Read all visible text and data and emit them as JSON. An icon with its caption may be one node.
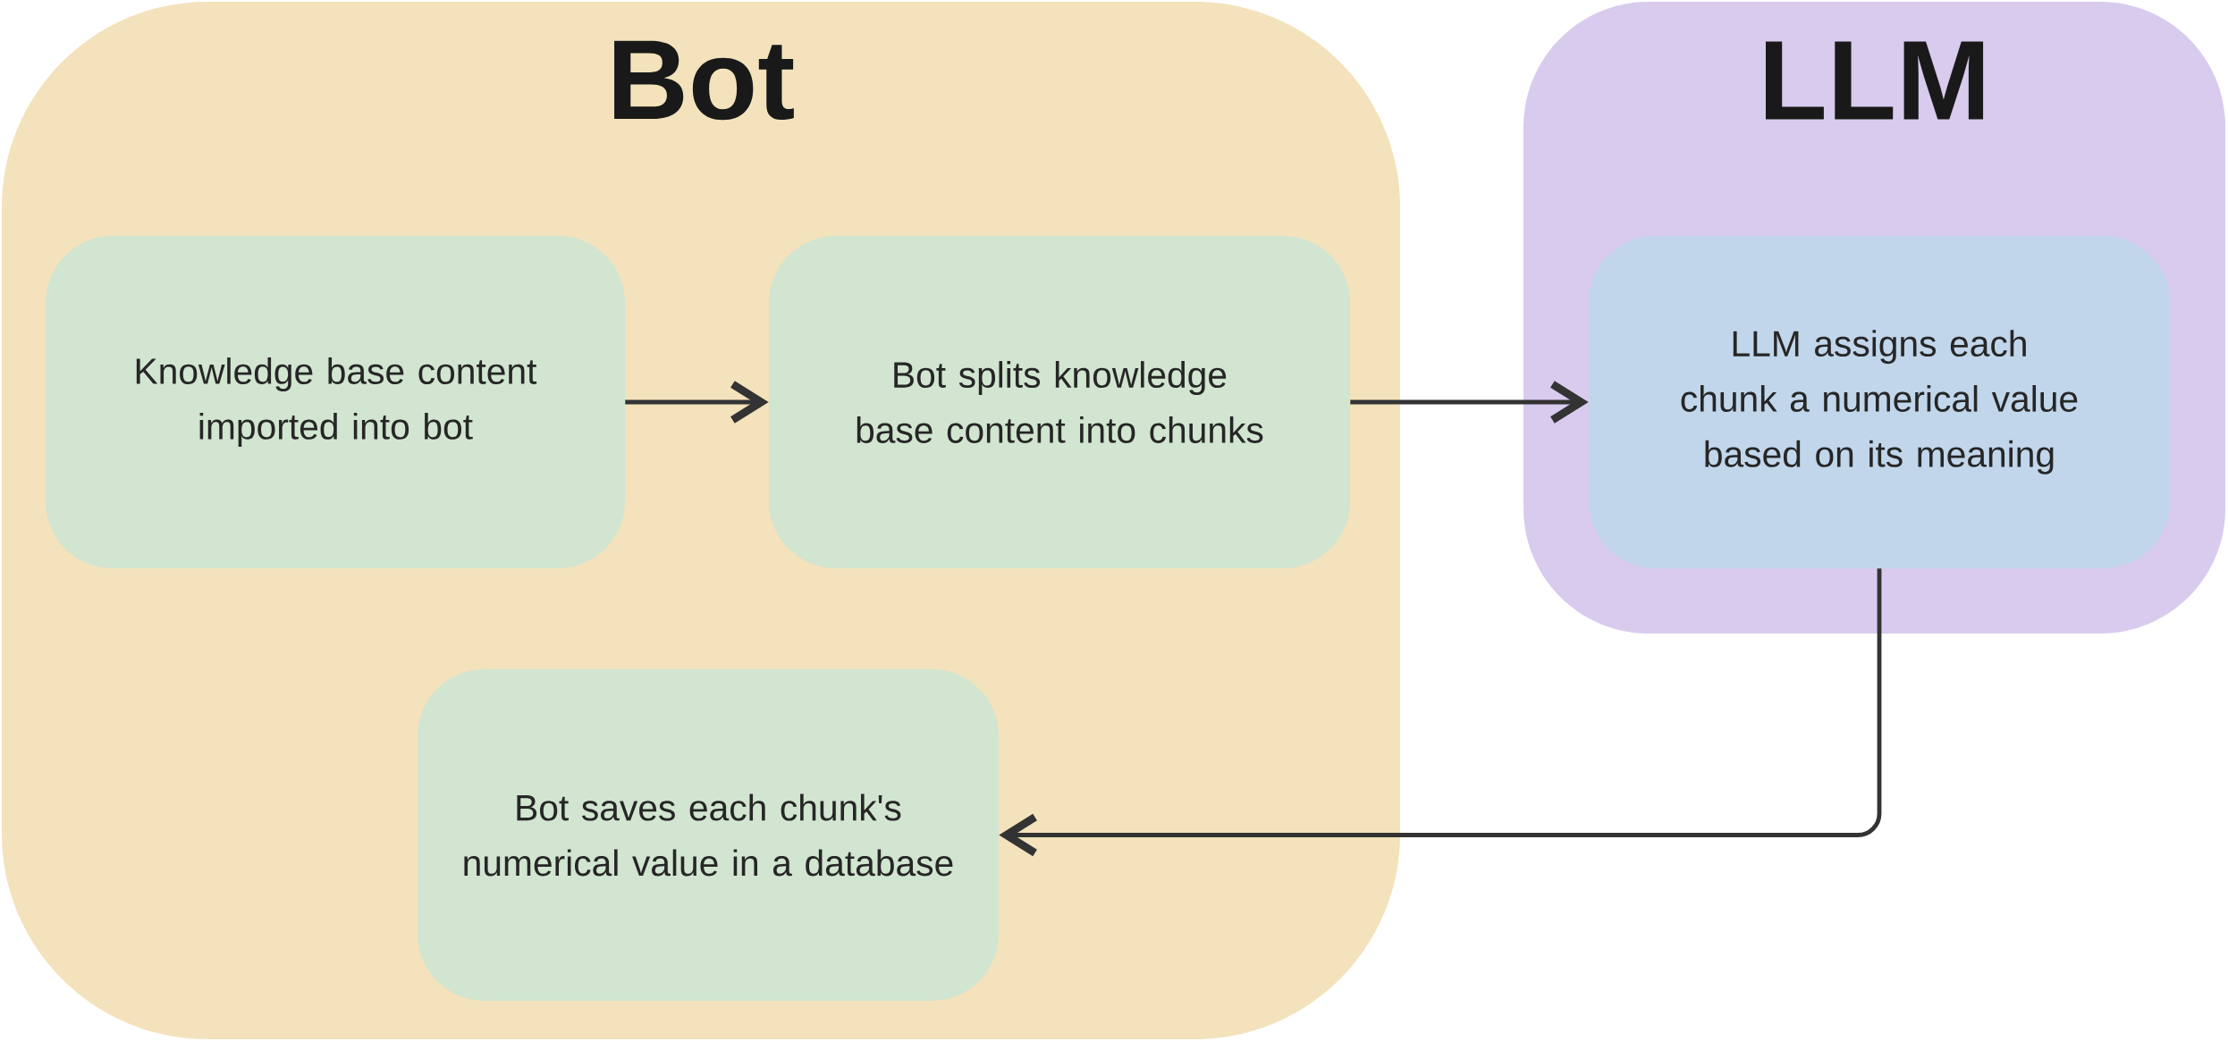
{
  "diagram": {
    "nodes": [
      {
        "text": [
          "Bot"
        ]
      },
      {
        "text": [
          "Knowledge base content imported into bot"
        ],
        "in": 0
      },
      {
        "text": [
          "Bot splits knowledge base content into chunks"
        ],
        "in": 0
      },
      {
        "text": [
          "LLM"
        ]
      },
      {
        "text": [
          "LLM assigns each chunk a numerical value based on its meaning"
        ],
        "in": 3
      },
      {
        "text": [
          "Bot saves each chunk's numerical value in a database"
        ],
        "in": 0
      }
    ],
    "edges": [
      {
        "from": 1,
        "to": 2,
        "arrow": "to"
      },
      {
        "from": 2,
        "to": 4,
        "arrow": "to"
      },
      {
        "from": 4,
        "to": 5,
        "arrow": "to"
      }
    ]
  }
}
